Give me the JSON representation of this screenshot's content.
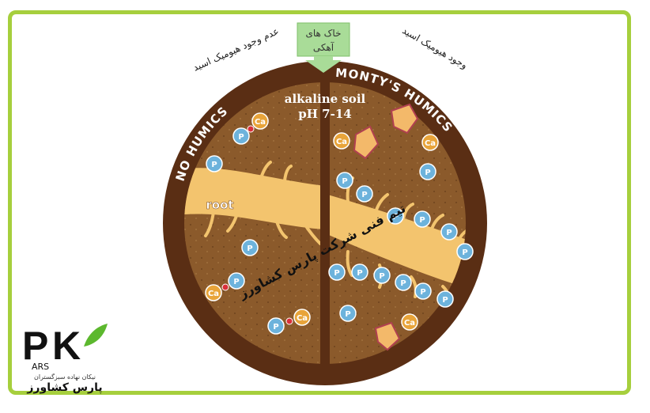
{
  "diagram": {
    "top_label": "خاک های آهکی",
    "top_label_line1": "خاک های",
    "top_label_line2": "آهکی",
    "left_persian": "عدم وجود هیومیک اسید",
    "right_persian": "وجود هیومیک اسید",
    "left_arc": "NO HUMICS",
    "right_arc": "MONTY'S HUMICS",
    "soil_line1": "alkaline soil",
    "soil_line2": "pH 7-14",
    "root_label": "root",
    "watermark": "تیم فنی شرکت پارس کشاورز",
    "particle_p": "P",
    "particle_ca": "Ca"
  },
  "logo": {
    "letters": "PK",
    "ars": "ARS",
    "tagline": "نیکان نهاده سبزگستران",
    "name": "پارس کشاورز"
  },
  "colors": {
    "border": "#a6cf3d",
    "ring": "#5a2e14",
    "soil": "#8b5a2b",
    "root": "#f3c46e",
    "p": "#6db3dc",
    "ca": "#e8a43a"
  }
}
